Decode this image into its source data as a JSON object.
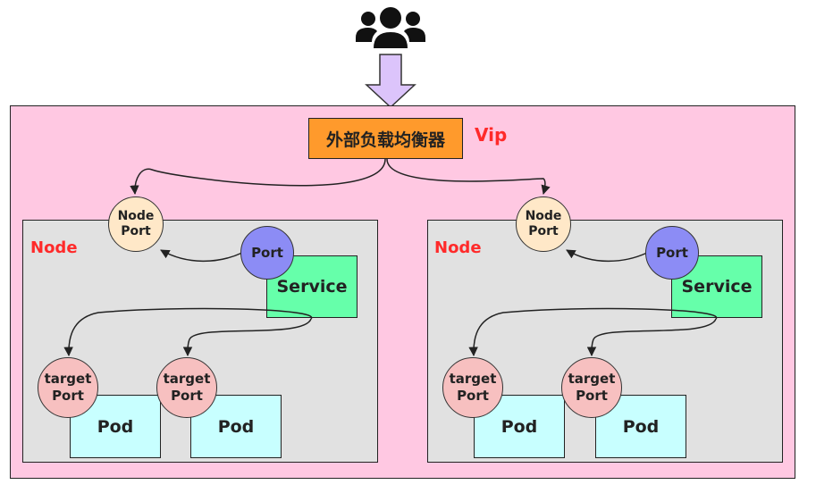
{
  "users_icon": "users-group-icon",
  "arrow_icon": "down-arrow-icon",
  "load_balancer": {
    "label": "外部负载均衡器",
    "vip": "Vip"
  },
  "nodes": [
    {
      "label": "Node",
      "node_port": "Node\nPort",
      "service_port": "Port",
      "service": "Service",
      "target_ports": [
        "target\nPort",
        "target\nPort"
      ],
      "pods": [
        "Pod",
        "Pod"
      ]
    },
    {
      "label": "Node",
      "node_port": "Node\nPort",
      "service_port": "Port",
      "service": "Service",
      "target_ports": [
        "target\nPort",
        "target\nPort"
      ],
      "pods": [
        "Pod",
        "Pod"
      ]
    }
  ],
  "colors": {
    "cluster_bg": "#ffc8e2",
    "node_bg": "#e1e1e1",
    "load_balancer": "#ff9a2c",
    "label_red": "#ff2a2a",
    "node_port": "#ffe8c8",
    "service_port": "#8c8cf5",
    "service": "#66ffaa",
    "target_port": "#f7c0c0",
    "pod": "#c8ffff",
    "arrow_fill": "#dcc4fb"
  }
}
